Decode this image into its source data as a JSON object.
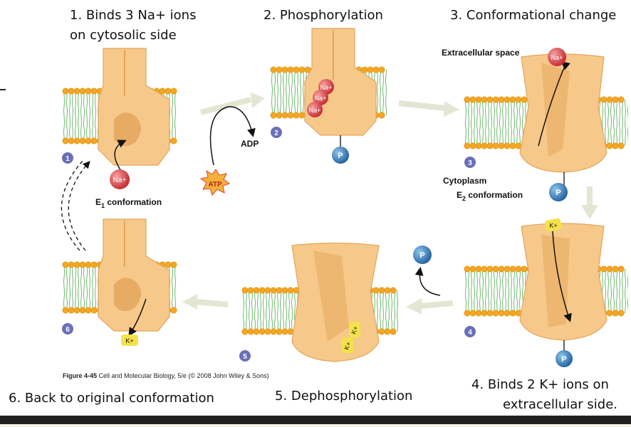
{
  "captions": {
    "step1_line1": "1. Binds 3 Na+ ions",
    "step1_line2": "on cytosolic side",
    "step2": "2. Phosphorylation",
    "step3": "3. Conformational change",
    "step4_line1": "4. Binds 2 K+ ions on",
    "step4_line2": "extracellular side.",
    "step5": "5. Dephosphorylation",
    "step6": "6. Back to original conformation"
  },
  "labels": {
    "extracellular_space": "Extracellular space",
    "cytoplasm": "Cytoplasm",
    "e1_main": "E",
    "e1_sub": "1",
    "e1_rest": " conformation",
    "e2_main": "E",
    "e2_sub": "2",
    "e2_rest": " conformation",
    "adp": "ADP",
    "atp": "ATP",
    "na": "Na+",
    "k": "K+",
    "p": "P",
    "num1": "1",
    "num2": "2",
    "num3": "3",
    "num4": "4",
    "num5": "5",
    "num6": "6"
  },
  "figure_credit": {
    "bold": "Figure 4-45",
    "text": "Cell and Molecular Biology, 5/e (© 2008 John Wiley & Sons)"
  },
  "colors": {
    "protein": "#f6c98a",
    "protein_dark": "#e3a55a",
    "lipid_head": "#f3a722",
    "lipid_tail": "#7cc07a",
    "sodium": "#d9383e",
    "potassium": "#f3e24a",
    "phosphate": "#2a7bbd",
    "step_badge": "#6a6fb8",
    "arrow_grey": "#e4e6d4"
  }
}
